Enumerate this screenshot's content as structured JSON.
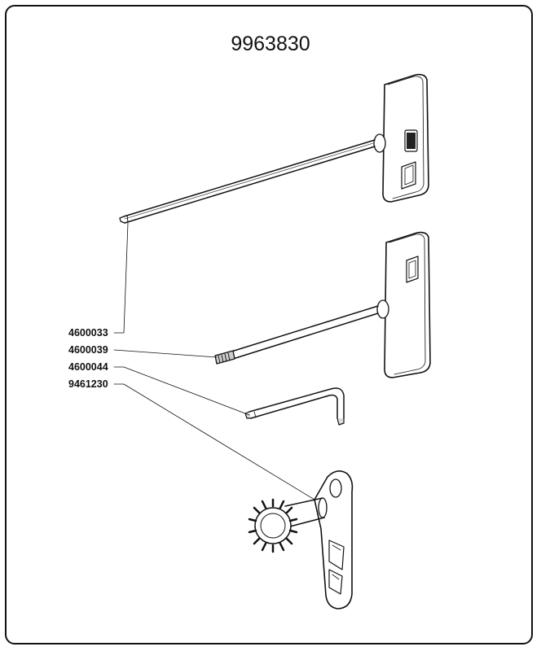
{
  "title": "9963830",
  "callouts": [
    {
      "part_number": "4600033"
    },
    {
      "part_number": "4600039"
    },
    {
      "part_number": "4600044"
    },
    {
      "part_number": "9461230"
    }
  ],
  "colors": {
    "line": "#111111",
    "background": "#ffffff"
  }
}
